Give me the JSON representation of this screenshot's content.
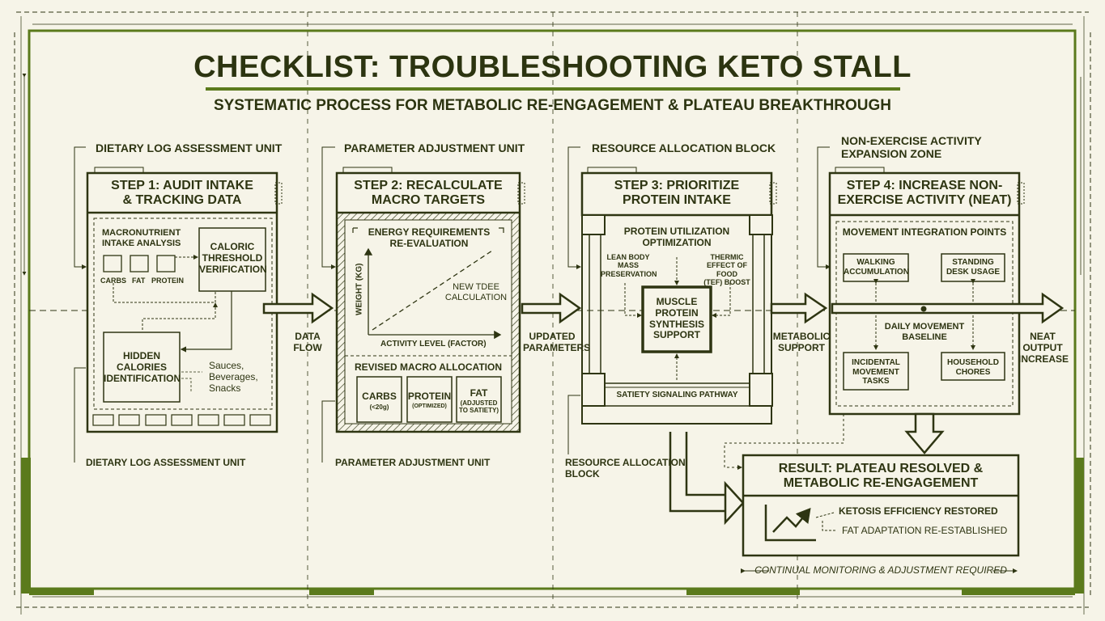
{
  "title": "CHECKLIST: TROUBLESHOOTING KETO STALL",
  "subtitle": "SYSTEMATIC PROCESS FOR METABOLIC RE-ENGAGEMENT & PLATEAU BREAKTHROUGH",
  "step1": {
    "top_label": "DIETARY LOG ASSESSMENT UNIT",
    "header": "STEP 1: AUDIT INTAKE\n& TRACKING DATA",
    "macro_title": "MACRONUTRIENT\nINTAKE ANALYSIS",
    "carbs": "CARBS",
    "fat": "FAT",
    "protein": "PROTEIN",
    "caloric": "CALORIC\nTHRESHOLD\nVERIFICATION",
    "hidden": "HIDDEN\nCALORIES\nIDENTIFICATION",
    "sources": "Sauces,\nBeverages,\nSnacks",
    "bottom_label": "DIETARY LOG ASSESSMENT UNIT"
  },
  "flow1": "DATA\nFLOW",
  "step2": {
    "top_label": "PARAMETER ADJUSTMENT UNIT",
    "header": "STEP 2: RECALCULATE\nMACRO TARGETS",
    "energy": "ENERGY REQUIREMENTS\nRE-EVALUATION",
    "ylabel": "WEIGHT (KG)",
    "xlabel": "ACTIVITY LEVEL (FACTOR)",
    "tdee": "NEW TDEE\nCALCULATION",
    "revised": "REVISED MACRO ALLOCATION",
    "carbs": "CARBS",
    "carbs_note": "(<20g)",
    "protein": "PROTEIN",
    "protein_note": "(OPTIMIZED)",
    "fat": "FAT",
    "fat_note": "(ADJUSTED\nTO SATIETY)",
    "bottom_label": "PARAMETER ADJUSTMENT UNIT"
  },
  "flow2": "UPDATED\nPARAMETERS",
  "step3": {
    "top_label": "RESOURCE ALLOCATION BLOCK",
    "header": "STEP 3: PRIORITIZE\nPROTEIN INTAKE",
    "utilization": "PROTEIN UTILIZATION\nOPTIMIZATION",
    "lean": "LEAN BODY\nMASS\nPRESERVATION",
    "tef": "THERMIC\nEFFECT OF FOOD\n(TEF) BOOST",
    "muscle": "MUSCLE\nPROTEIN\nSYNTHESIS\nSUPPORT",
    "satiety": "SATIETY SIGNALING PATHWAY",
    "bottom_label": "RESOURCE ALLOCATION\nBLOCK"
  },
  "flow3": "METABOLIC\nSUPPORT",
  "step4": {
    "top_label": "NON-EXERCISE ACTIVITY\nEXPANSION ZONE",
    "header": "STEP 4: INCREASE NON-\nEXERCISE ACTIVITY (NEAT)",
    "integration": "MOVEMENT INTEGRATION POINTS",
    "walking": "WALKING\nACCUMULATION",
    "standing": "STANDING\nDESK USAGE",
    "baseline": "DAILY MOVEMENT\nBASELINE",
    "incidental": "INCIDENTAL\nMOVEMENT\nTASKS",
    "household": "HOUSEHOLD\nCHORES"
  },
  "flow4": "NEAT\nOUTPUT\nINCREASE",
  "result": {
    "header": "RESULT: PLATEAU RESOLVED &\nMETABOLIC RE-ENGAGEMENT",
    "ketosis": "KETOSIS EFFICIENCY RESTORED",
    "fat_adapt": "FAT ADAPTATION RE-ESTABLISHED",
    "monitor": "CONTINUAL MONITORING & ADJUSTMENT REQUIRED"
  },
  "colors": {
    "ink": "#2e3512",
    "accent": "#5b7a1c",
    "paper": "#f6f4e8"
  }
}
